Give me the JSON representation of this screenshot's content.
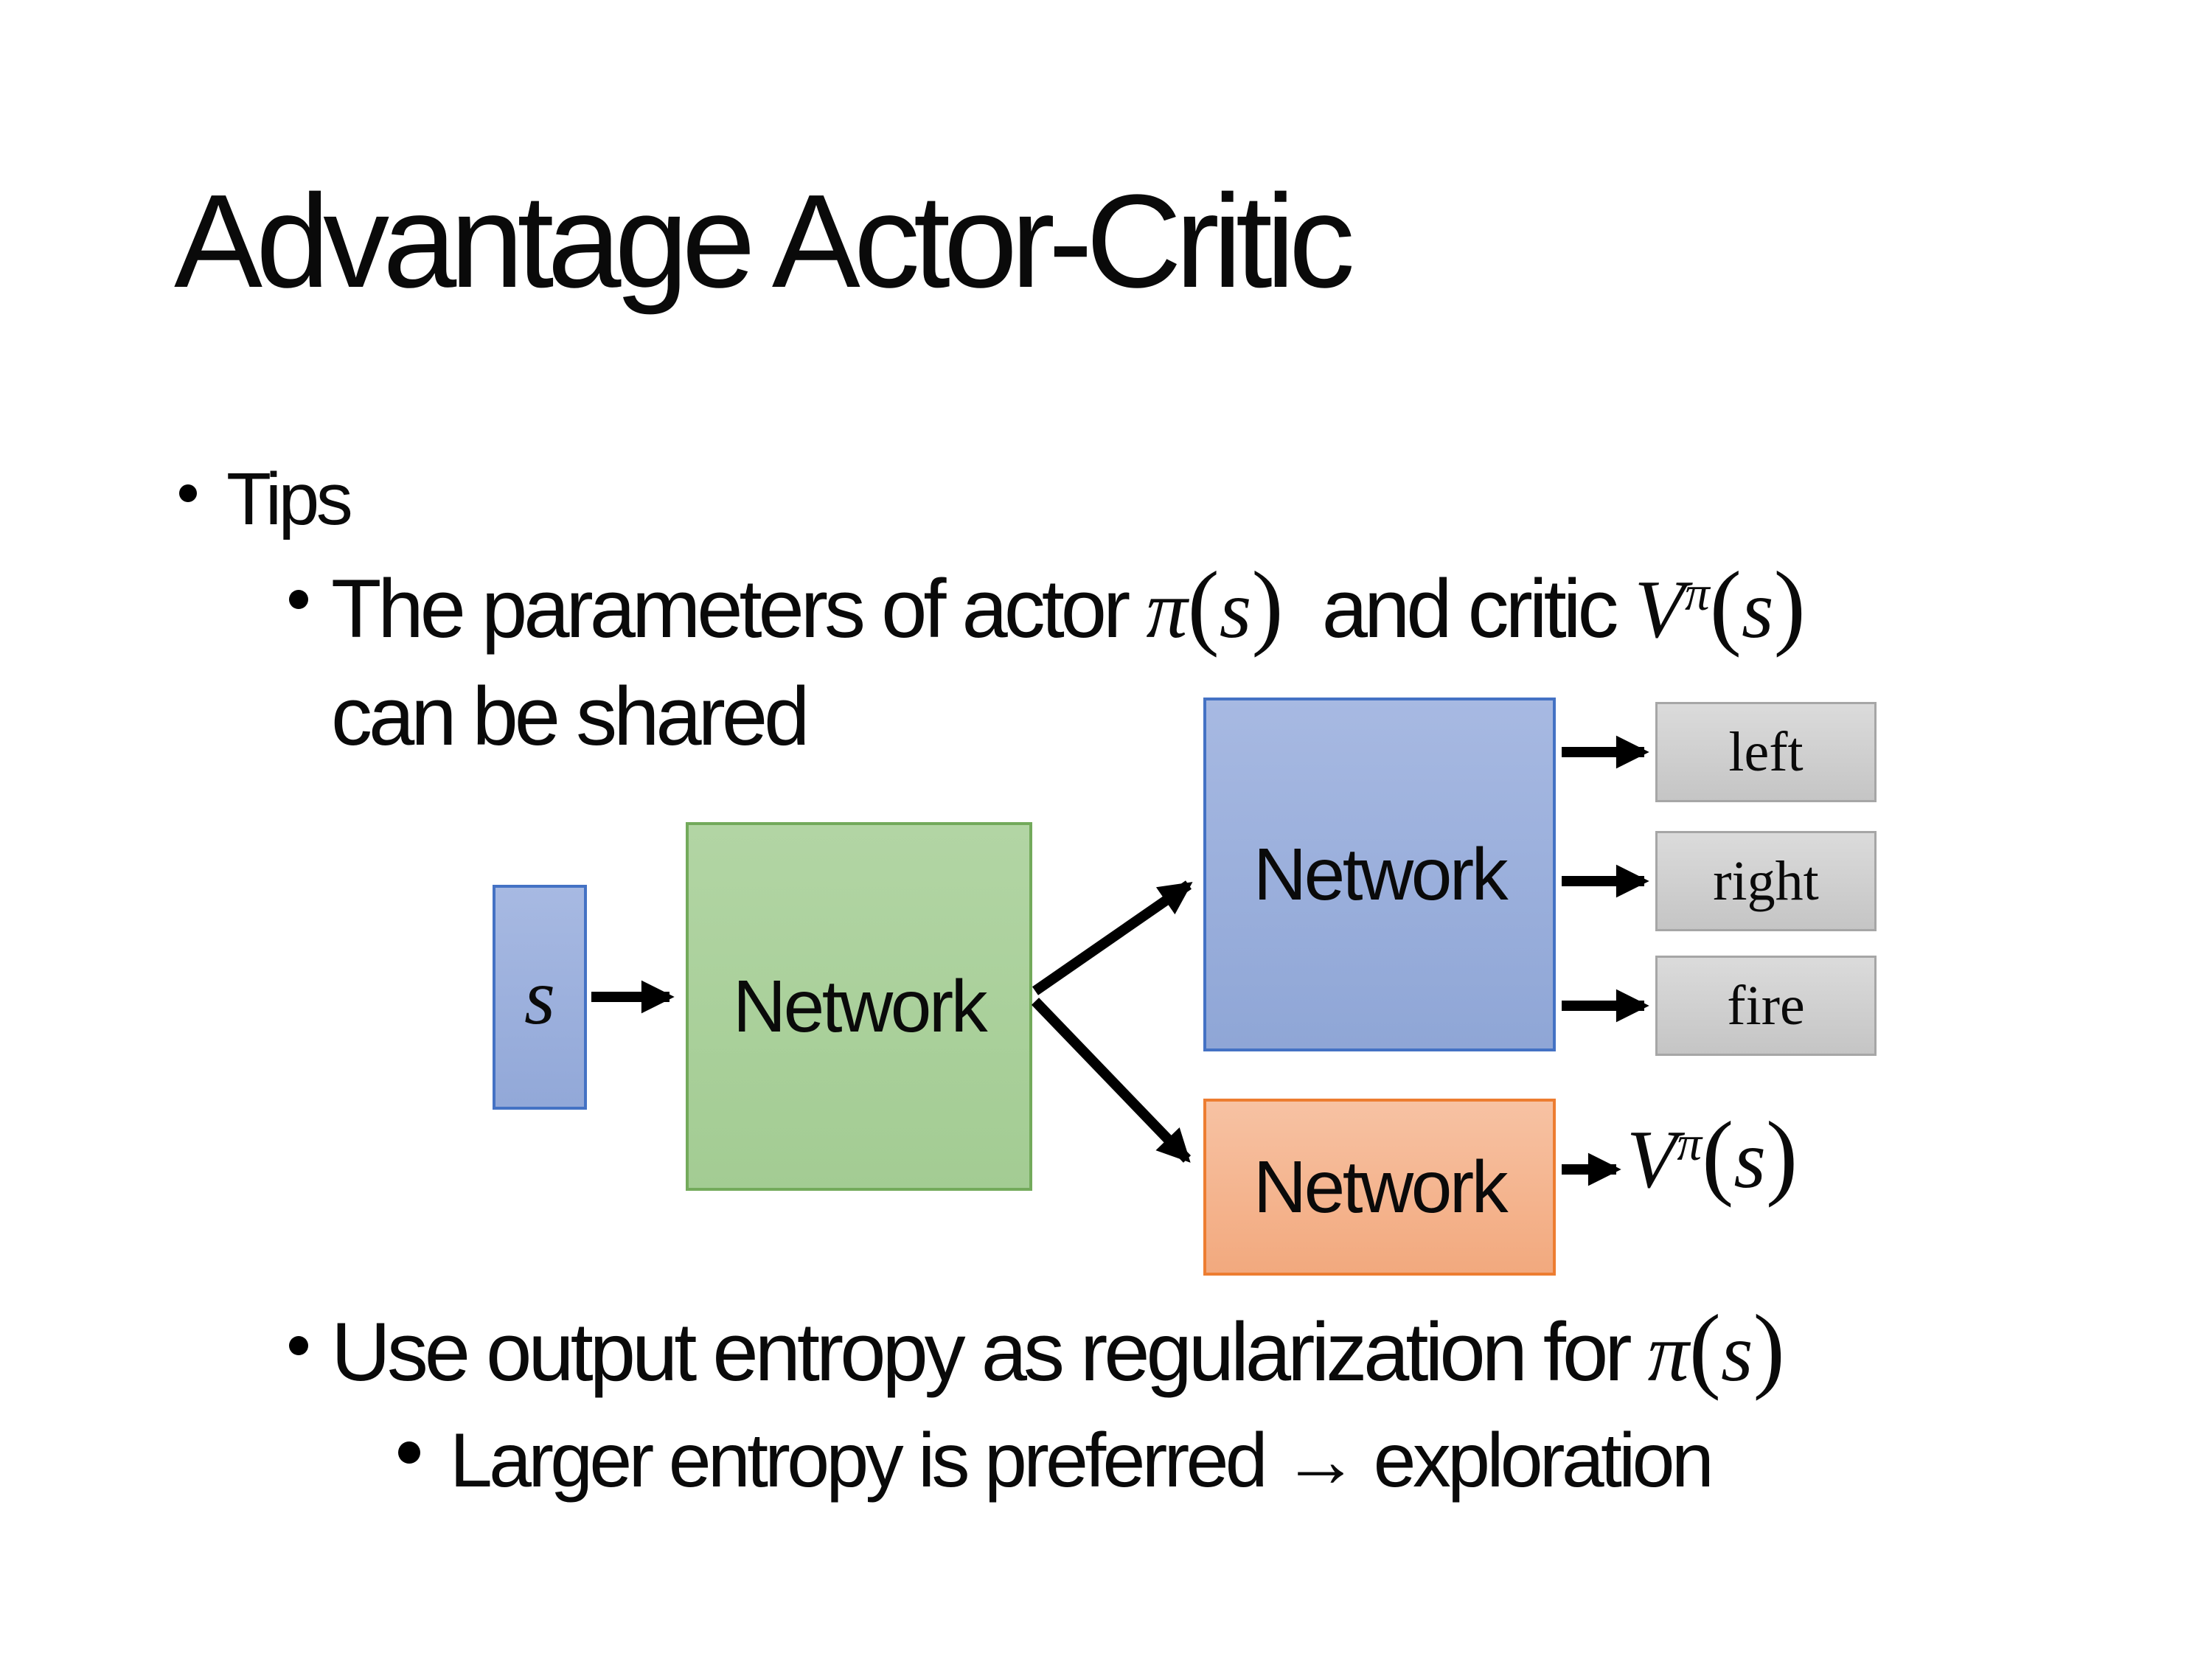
{
  "slide": {
    "title": "Advantage Actor-Critic",
    "bullet_tips": "Tips",
    "tip1": {
      "pre": "The parameters of actor ",
      "mid": "  and critic ",
      "cont": "can be shared"
    },
    "tip2": {
      "pre": "Use output entropy as regularization for "
    },
    "tip3": "Larger entropy is preferred → exploration"
  },
  "math": {
    "pi": "π",
    "V": "V",
    "s": "s",
    "open": "(",
    "close": ")"
  },
  "diagram": {
    "state_label": "s",
    "shared_network": "Network",
    "actor_network": "Network",
    "critic_network": "Network",
    "actions": [
      "left",
      "right",
      "fire"
    ],
    "colors": {
      "state_fill": "#9FB3DF",
      "state_border": "#4472C4",
      "shared_fill": "#A9D18E",
      "shared_border": "#70AD47",
      "actor_fill": "#9BAFDC",
      "actor_border": "#4472C4",
      "critic_fill": "#F4B183",
      "critic_border": "#ED7D31",
      "action_fill": "#CFCFCF",
      "action_border": "#A6A6A6",
      "arrow": "#000000",
      "text": "#0A0A0A"
    }
  }
}
